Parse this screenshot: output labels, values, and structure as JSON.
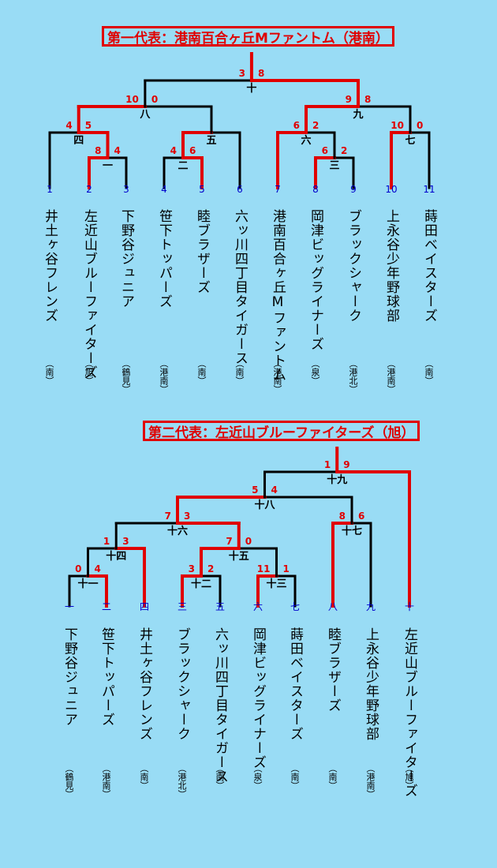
{
  "colors": {
    "background": "#99dcf5",
    "win": "#e00000",
    "line": "#000000",
    "seed": "#0000cc"
  },
  "bracket1": {
    "title": "第一代表：港南百合ヶ丘Mファントム（港南）",
    "teams": [
      {
        "no": "1",
        "name": "井土ヶ谷フレンズ",
        "region": "（南）"
      },
      {
        "no": "2",
        "name": "左近山ブルーファイターズ",
        "region": "（旭）"
      },
      {
        "no": "3",
        "name": "下野谷ジュニア",
        "region": "（鶴見）"
      },
      {
        "no": "4",
        "name": "笹下トッパーズ",
        "region": "（港南）"
      },
      {
        "no": "5",
        "name": "睦ブラザーズ",
        "region": "（南）"
      },
      {
        "no": "6",
        "name": "六ッ川四丁目タイガース",
        "region": "（南）"
      },
      {
        "no": "7",
        "name": "港南百合ヶ丘Mファントム",
        "region": "（港南）"
      },
      {
        "no": "8",
        "name": "岡津ビッグライナーズ",
        "region": "（泉）"
      },
      {
        "no": "9",
        "name": "ブラックシャーク",
        "region": "（港北）"
      },
      {
        "no": "10",
        "name": "上永谷少年野球部",
        "region": "（港南）"
      },
      {
        "no": "11",
        "name": "蒔田ベイスターズ",
        "region": "（南）"
      }
    ],
    "games": [
      {
        "id": "一",
        "a": "2",
        "b": "3",
        "score_a": "8",
        "score_b": "4",
        "winner": "a"
      },
      {
        "id": "二",
        "a": "4",
        "b": "5",
        "score_a": "4",
        "score_b": "6",
        "winner": "b"
      },
      {
        "id": "三",
        "a": "8",
        "b": "9",
        "score_a": "6",
        "score_b": "2",
        "winner": "a"
      },
      {
        "id": "四",
        "a": "1",
        "b": "一",
        "score_a": "4",
        "score_b": "5",
        "winner": "b"
      },
      {
        "id": "五",
        "a": "二",
        "b": "6",
        "score_a": "",
        "score_b": "",
        "winner": "a"
      },
      {
        "id": "六",
        "a": "7",
        "b": "三",
        "score_a": "6",
        "score_b": "2",
        "winner": "a"
      },
      {
        "id": "七",
        "a": "10",
        "b": "11",
        "score_a": "10",
        "score_b": "0",
        "winner": "a"
      },
      {
        "id": "八",
        "a": "四",
        "b": "五",
        "score_a": "10",
        "score_b": "0",
        "winner": "a"
      },
      {
        "id": "九",
        "a": "六",
        "b": "七",
        "score_a": "9",
        "score_b": "8",
        "winner": "a"
      },
      {
        "id": "十",
        "a": "八",
        "b": "九",
        "score_a": "3",
        "score_b": "8",
        "winner": "b"
      }
    ]
  },
  "bracket2": {
    "title": "第二代表：左近山ブルーファイターズ（旭）",
    "teams": [
      {
        "no": "一",
        "name": "下野谷ジュニア",
        "region": "（鶴見）"
      },
      {
        "no": "二",
        "name": "笹下トッパーズ",
        "region": "（港南）"
      },
      {
        "no": "四",
        "name": "井土ヶ谷フレンズ",
        "region": "（南）"
      },
      {
        "no": "三",
        "name": "ブラックシャーク",
        "region": "（港北）"
      },
      {
        "no": "五",
        "name": "六ッ川四丁目タイガース",
        "region": "（南）"
      },
      {
        "no": "六",
        "name": "岡津ビッグライナーズ",
        "region": "（泉）"
      },
      {
        "no": "七",
        "name": "蒔田ベイスターズ",
        "region": "（南）"
      },
      {
        "no": "八",
        "name": "睦ブラザーズ",
        "region": "（南）"
      },
      {
        "no": "九",
        "name": "上永谷少年野球部",
        "region": "（港南）"
      },
      {
        "no": "十",
        "name": "左近山ブルーファイターズ",
        "region": "（旭）"
      }
    ],
    "games": [
      {
        "id": "十一",
        "a": "一",
        "b": "二",
        "score_a": "0",
        "score_b": "4",
        "winner": "b"
      },
      {
        "id": "十二",
        "a": "三",
        "b": "五",
        "score_a": "3",
        "score_b": "2",
        "winner": "a"
      },
      {
        "id": "十三",
        "a": "六",
        "b": "七",
        "score_a": "11",
        "score_b": "1",
        "winner": "a"
      },
      {
        "id": "十四",
        "a": "十一",
        "b": "四",
        "score_a": "1",
        "score_b": "3",
        "winner": "b"
      },
      {
        "id": "十五",
        "a": "十二",
        "b": "十三",
        "score_a": "7",
        "score_b": "0",
        "winner": "a"
      },
      {
        "id": "十七",
        "a": "八",
        "b": "九",
        "score_a": "8",
        "score_b": "6",
        "winner": "a"
      },
      {
        "id": "十六",
        "a": "十四",
        "b": "十五",
        "score_a": "7",
        "score_b": "3",
        "winner": "b"
      },
      {
        "id": "十八",
        "a": "十六",
        "b": "十七",
        "score_a": "5",
        "score_b": "4",
        "winner": "a"
      },
      {
        "id": "十九",
        "a": "十八",
        "b": "十",
        "score_a": "1",
        "score_b": "9",
        "winner": "b"
      }
    ]
  }
}
